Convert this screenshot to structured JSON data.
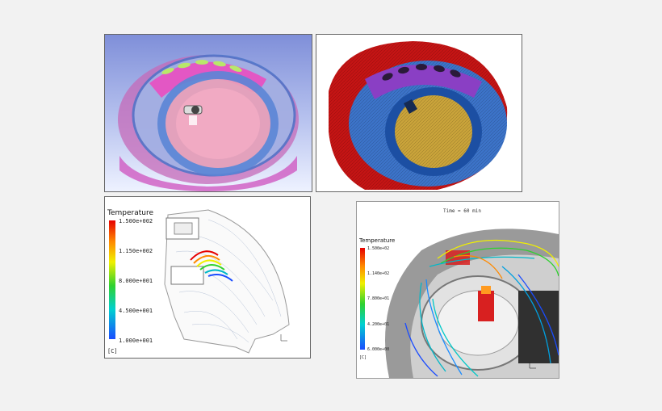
{
  "panel3": {
    "legend_title": "Temperature",
    "ticks": [
      "1.500e+002",
      "1.150e+002",
      "8.000e+001",
      "4.500e+001",
      "1.000e+001"
    ],
    "unit": "[C]"
  },
  "panel4": {
    "time_label": "Time = 60 min",
    "legend_title": "Temperature",
    "ticks": [
      "1.500e+02",
      "1.140e+02",
      "7.800e+01",
      "4.200e+01",
      "6.000e+00"
    ],
    "unit": "[C]"
  },
  "colors": {
    "hot": "#e60000",
    "warm": "#ff8a00",
    "mid": "#f0f000",
    "cool": "#2fd12f",
    "cold": "#1a4cff"
  }
}
